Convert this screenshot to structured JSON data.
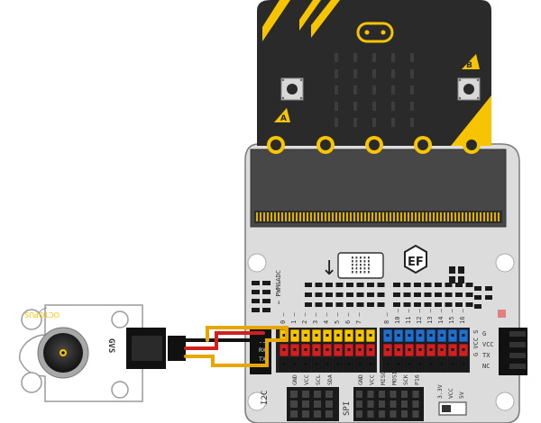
{
  "colors": {
    "microbit_body": "#2a2a2a",
    "microbit_accent": "#f6c400",
    "shield_body": "#dcdcdc",
    "shield_border": "#7a7a7a",
    "header_black": "#1a1a1a",
    "pin_red": "#d22020",
    "pin_yellow": "#f6c400",
    "pin_blue": "#1f6fd1",
    "wire_yellow": "#e6a800",
    "wire_red": "#d22020",
    "wire_black": "#111111",
    "module_board": "#ffffff",
    "module_border": "#9a9a9a"
  },
  "microbit": {
    "button_a_label": "A",
    "button_b_label": "B",
    "led_rows": 5,
    "led_cols": 5
  },
  "shield": {
    "pwm_label": "← PWM&ADC",
    "pin_numbers": [
      "0",
      "1",
      "2",
      "3",
      "4",
      "5",
      "6",
      "7",
      "8",
      "10",
      "11",
      "12",
      "13",
      "14",
      "15",
      "16"
    ],
    "i2c_title": "I2C",
    "i2c_pins": [
      "GND",
      "VCC",
      "SCL",
      "SDA"
    ],
    "spi_title": "SPI",
    "spi_pins": [
      "GND",
      "VCC",
      "MISO",
      "MOSI",
      "SCK",
      "P16"
    ],
    "voltage_labels": [
      "3.3V",
      "VCC",
      "5V"
    ],
    "right_header_labels": [
      "G",
      "VCC",
      "TX",
      "NC"
    ],
    "right_row_label": "G VCC S",
    "uart_labels": [
      "VCC",
      "RX",
      "TX"
    ]
  },
  "module": {
    "title": "OCTOPUS",
    "pins_label": "GVS",
    "icon": "buzzer-icon"
  }
}
